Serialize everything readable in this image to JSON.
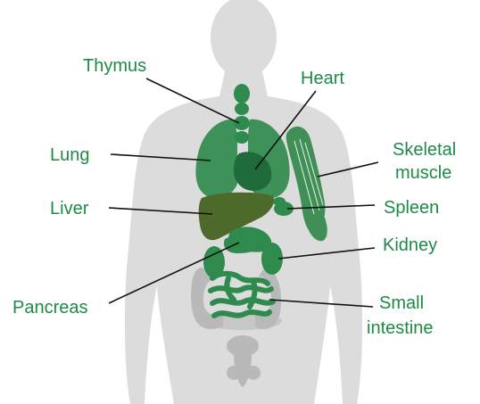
{
  "colors": {
    "background": "#ffffff",
    "silhouette": "#dcdcdc",
    "organ_shadow": "#b9b9b9",
    "organ_green": "#2f8a4d",
    "organ_green_dark": "#1f6b39",
    "liver": "#4e6a2a",
    "muscle": "#3f8f57",
    "label_text": "#1e8a47",
    "leader_line": "#111111"
  },
  "labels": {
    "thymus": "Thymus",
    "heart": "Heart",
    "lung": "Lung",
    "liver": "Liver",
    "skeletal_muscle_line1": "Skeletal",
    "skeletal_muscle_line2": "muscle",
    "spleen": "Spleen",
    "kidney": "Kidney",
    "pancreas": "Pancreas",
    "small_intestine_line1": "Small",
    "small_intestine_line2": "intestine"
  }
}
